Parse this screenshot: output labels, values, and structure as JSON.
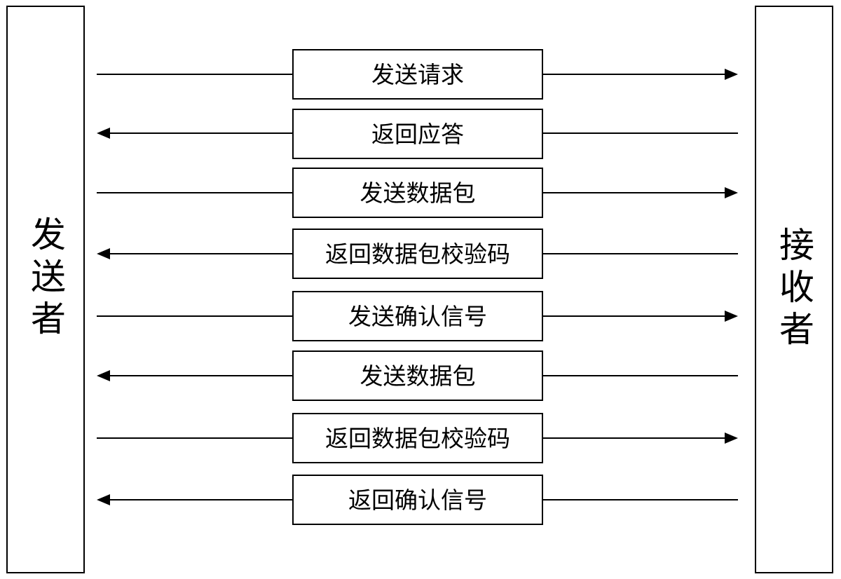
{
  "sender": {
    "label": "发送者"
  },
  "receiver": {
    "label": "接收者"
  },
  "messages": [
    {
      "label": "发送请求",
      "direction": "to-receiver"
    },
    {
      "label": "返回应答",
      "direction": "to-sender"
    },
    {
      "label": "发送数据包",
      "direction": "to-receiver"
    },
    {
      "label": "返回数据包校验码",
      "direction": "to-sender"
    },
    {
      "label": "发送确认信号",
      "direction": "to-receiver"
    },
    {
      "label": "发送数据包",
      "direction": "to-sender"
    },
    {
      "label": "返回数据包校验码",
      "direction": "to-receiver"
    },
    {
      "label": "返回确认信号",
      "direction": "to-sender"
    }
  ]
}
